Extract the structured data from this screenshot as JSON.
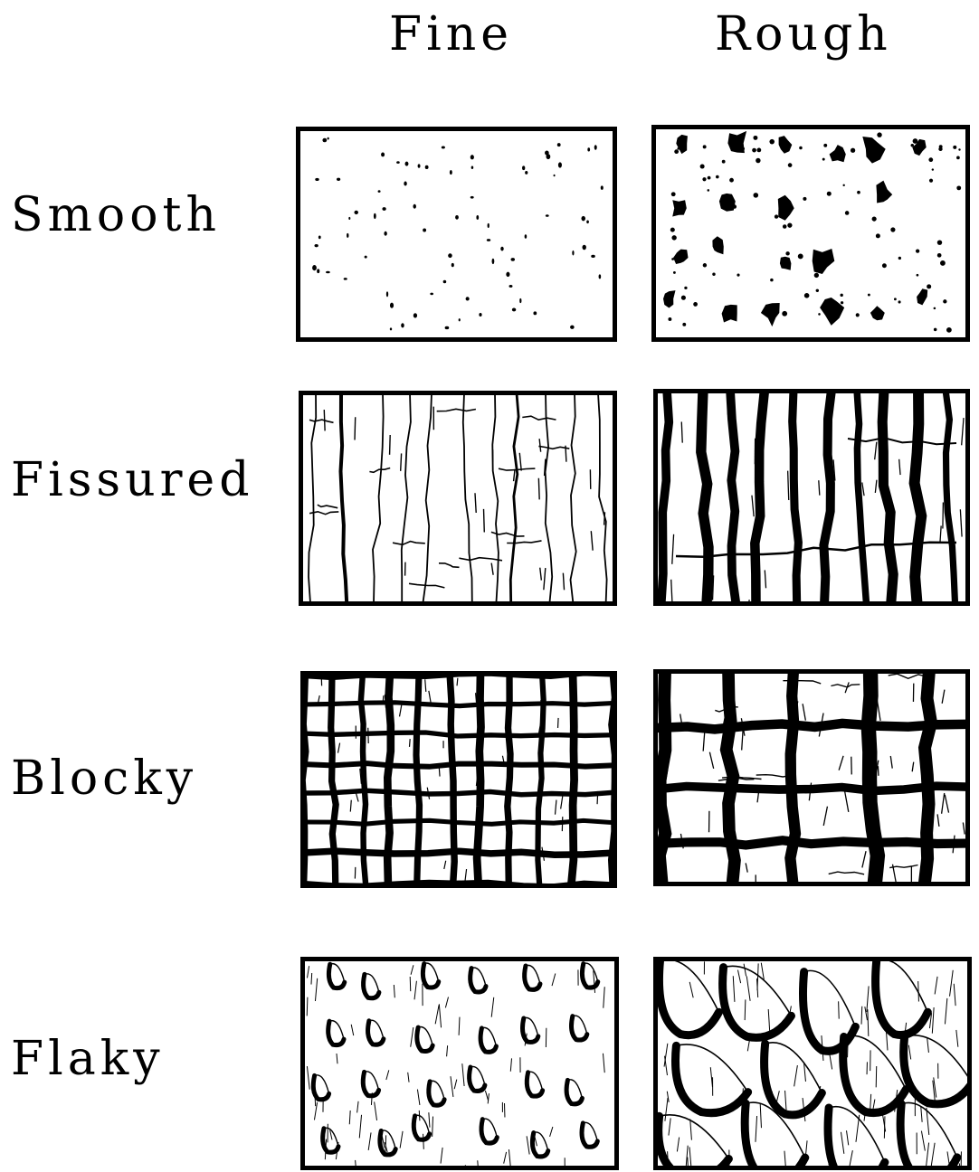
{
  "columns": [
    {
      "label": "Fine"
    },
    {
      "label": "Rough"
    }
  ],
  "rows": [
    {
      "label": "Smooth"
    },
    {
      "label": "Fissured"
    },
    {
      "label": "Blocky"
    },
    {
      "label": "Flaky"
    }
  ],
  "panels": [
    {
      "row": "Smooth",
      "column": "Fine",
      "texture": "sparse-dots"
    },
    {
      "row": "Smooth",
      "column": "Rough",
      "texture": "blotches-and-dots"
    },
    {
      "row": "Fissured",
      "column": "Fine",
      "texture": "thin-vertical-cracks"
    },
    {
      "row": "Fissured",
      "column": "Rough",
      "texture": "thick-vertical-fissures"
    },
    {
      "row": "Blocky",
      "column": "Fine",
      "texture": "small-blocks"
    },
    {
      "row": "Blocky",
      "column": "Rough",
      "texture": "large-blocks"
    },
    {
      "row": "Flaky",
      "column": "Fine",
      "texture": "small-flakes"
    },
    {
      "row": "Flaky",
      "column": "Rough",
      "texture": "large-flakes"
    }
  ]
}
